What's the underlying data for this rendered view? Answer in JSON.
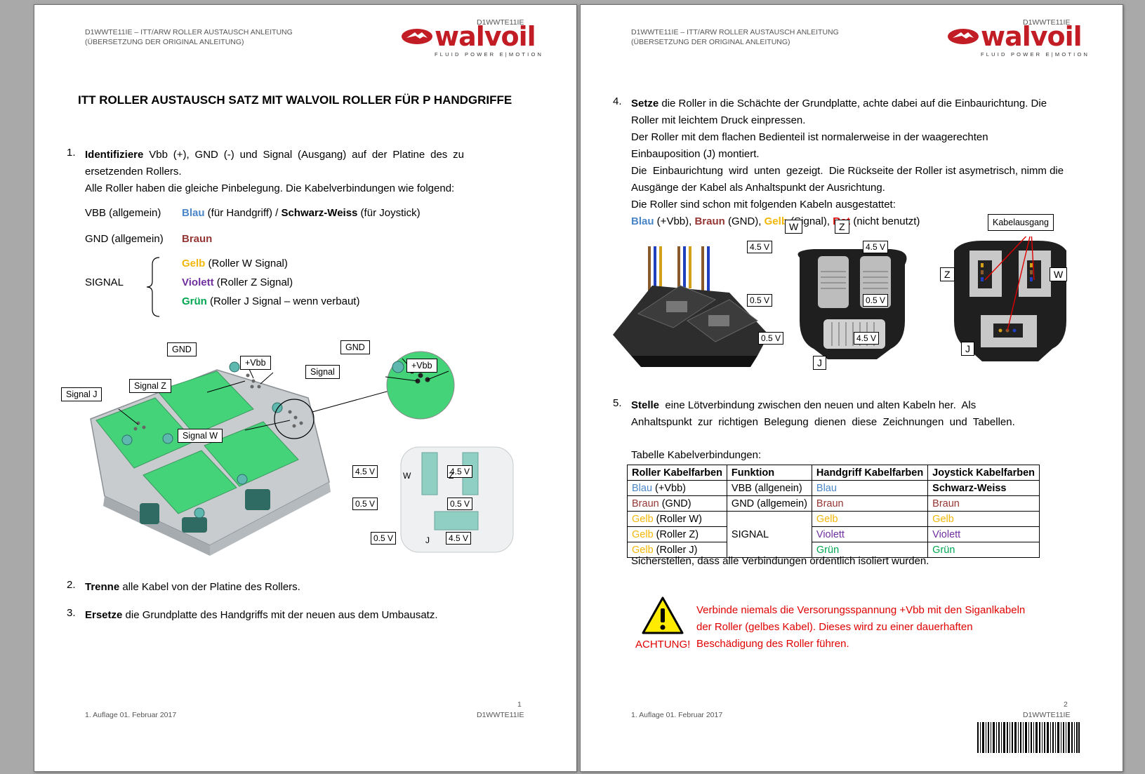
{
  "doc_code": "D1WWTE11IE",
  "header": {
    "line1": "D1WWTE11IE – ITT/ARW ROLLER AUSTAUSCH ANLEITUNG",
    "line2": "(ÜBERSETZUNG DER ORIGINAL ANLEITUNG)"
  },
  "logo": {
    "word": "walvoil",
    "tagline": "FLUID POWER E|MOTION"
  },
  "footer": {
    "edition": "1. Auflage 01. Februar 2017"
  },
  "page1": {
    "page_number": "1",
    "title": "ITT ROLLER AUSTAUSCH SATZ MIT WALVOIL ROLLER FÜR P HANDGRIFFE",
    "step1": {
      "num": "1.",
      "bold": "Identifiziere",
      "text1": " Vbb (+), GND (-) und Signal (Ausgang) auf der Platine des zu",
      "text2": "ersetzenden  Rollers.",
      "text3": "Alle Roller haben die gleiche Pinbelegung. Die Kabelverbindungen wie folgend:"
    },
    "pins": {
      "vbb_label": "VBB (allgemein)",
      "vbb_blau": "Blau",
      "vbb_mid": " (für Handgriff) / ",
      "vbb_schwarz": "Schwarz-Weiss",
      "vbb_end": " (für Joystick)",
      "gnd_label": "GND (allgemein)",
      "gnd_braun": "Braun",
      "signal_label": "SIGNAL",
      "sig_gelb": "Gelb",
      "sig_gelb_text": " (Roller W Signal)",
      "sig_violett": "Violett",
      "sig_violett_text": " (Roller Z Signal)",
      "sig_gruen": "Grün",
      "sig_gruen_text": " (Roller J Signal – wenn verbaut)"
    },
    "diagram": {
      "gnd": "GND",
      "vbb": "+Vbb",
      "signal_z": "Signal Z",
      "signal_j": "Signal J",
      "signal_w": "Signal W",
      "gnd2": "GND",
      "signal": "Signal",
      "vbb2": "+Vbb",
      "v45a": "4.5 V",
      "v45b": "4.5 V",
      "v05a": "0.5 V",
      "v05b": "0.5 V",
      "v05c": "0.5 V",
      "v45c": "4.5 V",
      "w": "W",
      "z": "Z",
      "j": "J"
    },
    "step2": {
      "num": "2.",
      "bold": "Trenne",
      "text": " alle Kabel von der Platine des Rollers."
    },
    "step3": {
      "num": "3.",
      "bold": "Ersetze",
      "text": " die Grundplatte des Handgriffs mit der neuen aus dem Umbausatz."
    }
  },
  "page2": {
    "page_number": "2",
    "step4": {
      "num": "4.",
      "bold": "Setze",
      "l1": " die Roller in die Schächte der Grundplatte, achte dabei auf die Einbaurichtung. Die",
      "l2": "Roller mit leichtem Druck einpressen.",
      "l3": "Der Roller mit dem flachen Bedienteil ist normalerweise in der waagerechten",
      "l4": "Einbauposition (J) montiert.",
      "l5": "Die  Einbaurichtung  wird  unten  gezeigt.  Die Rückseite der Roller ist asymetrisch, nimm die",
      "l6": "Ausgänge der Kabel als Anhaltspunkt der Ausrichtung.",
      "l7": "Die Roller sind schon mit folgenden Kabeln ausgestattet:",
      "c_blau": "Blau",
      "c_blau_t": " (+Vbb), ",
      "c_braun": "Braun",
      "c_braun_t": " (GND), ",
      "c_gelb": "Gelb",
      "c_gelb_t": " (Signal), ",
      "c_rot": "Rot",
      "c_rot_t": " (nicht benutzt)"
    },
    "diagram": {
      "w": "W",
      "z": "Z",
      "j": "J",
      "v45l": "4.5 V",
      "v45r": "4.5 V",
      "v05l": "0.5 V",
      "v05r": "0.5 V",
      "v05bl": "0.5 V",
      "v45br": "4.5 V",
      "kabelausgang": "Kabelausgang",
      "z2": "Z",
      "w2": "W",
      "j2": "J"
    },
    "step5": {
      "num": "5.",
      "bold": "Stelle",
      "l1": "  eine Lötverbindung zwischen den neuen und alten Kabeln her.  Als",
      "l2": "Anhaltspunkt  zur  richtigen  Belegung  dienen  diese  Zeichnungen  und  Tabellen."
    },
    "table": {
      "caption": "Tabelle Kabelverbindungen:",
      "headers": [
        "Roller Kabelfarben",
        "Funktion",
        "Handgriff Kabelfarben",
        "Joystick Kabelfarben"
      ],
      "r1": {
        "c": "Blau",
        "t": " (+Vbb)",
        "f": "VBB (allgenein)",
        "h": "Blau",
        "j": "Schwarz-Weiss"
      },
      "r2": {
        "c": "Braun",
        "t": " (GND)",
        "f": "GND (allgemein)",
        "h": "Braun",
        "j": "Braun"
      },
      "r3": {
        "c": "Gelb",
        "t": " (Roller W)",
        "f": "SIGNAL",
        "h": "Gelb",
        "j": "Gelb"
      },
      "r4": {
        "c": "Gelb",
        "t": " (Roller Z)",
        "h": "Violett",
        "j": "Violett"
      },
      "r5": {
        "c": "Gelb",
        "t": " (Roller J)",
        "h": "Grün",
        "j": "Grün"
      },
      "note": "Sicherstellen, dass alle Verbindungen ordentlich isoliert wurden."
    },
    "warning": {
      "label": "ACHTUNG!",
      "l1": "Verbinde niemals die Versorungsspannung +Vbb mit den Siganlkabeln",
      "l2": "der Roller (gelbes Kabel). Dieses wird zu einer dauerhaften",
      "l3": "Beschädigung des Roller führen."
    }
  },
  "colors": {
    "brand": "#c21d25",
    "blau": "#4a86c8",
    "braun": "#943634",
    "gelb": "#f2b707",
    "violett": "#7030a0",
    "gruen": "#00a651",
    "rot": "#e00000"
  }
}
